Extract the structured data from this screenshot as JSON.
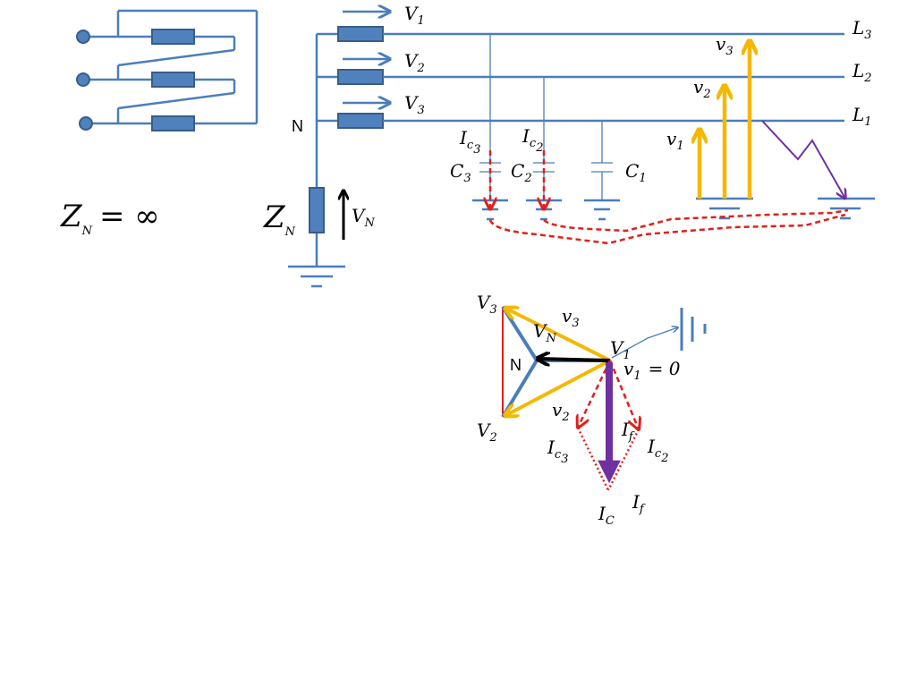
{
  "colors": {
    "wire": "#4a7ebb",
    "winding_fill": "#4f81bd",
    "winding_stroke": "#385d8a",
    "yellow": "#f5b800",
    "red": "#e0201b",
    "purple": "#7030a0",
    "black": "#000000"
  },
  "left": {
    "zn_inf": {
      "sym": "Z",
      "sub": "N",
      "rest": "= ∞"
    }
  },
  "source": {
    "phases": [
      {
        "sym": "V",
        "sub": "1"
      },
      {
        "sym": "V",
        "sub": "2"
      },
      {
        "sym": "V",
        "sub": "3"
      }
    ],
    "neutral_label": "N",
    "zn": {
      "sym": "Z",
      "sub": "N"
    },
    "vn": {
      "sym": "V",
      "sub": "N"
    }
  },
  "lines": [
    {
      "sym": "L",
      "sub": "3"
    },
    {
      "sym": "L",
      "sub": "2"
    },
    {
      "sym": "L",
      "sub": "1"
    }
  ],
  "capacitors": [
    {
      "sym": "C",
      "sub": "3"
    },
    {
      "sym": "C",
      "sub": "2"
    },
    {
      "sym": "C",
      "sub": "1"
    }
  ],
  "currents": [
    {
      "sym": "I",
      "sub": "c",
      "subsub": "3"
    },
    {
      "sym": "I",
      "sub": "c",
      "subsub": "2"
    }
  ],
  "voltages": [
    {
      "sym": "v",
      "sub": "1"
    },
    {
      "sym": "v",
      "sub": "2"
    },
    {
      "sym": "v",
      "sub": "3"
    }
  ],
  "phasor": {
    "V3": {
      "sym": "V",
      "sub": "3"
    },
    "V2": {
      "sym": "V",
      "sub": "2"
    },
    "V1": {
      "sym": "V",
      "sub": "1"
    },
    "VN": {
      "sym": "V",
      "sub": "N"
    },
    "N": "N",
    "v3": {
      "sym": "v",
      "sub": "3"
    },
    "v2": {
      "sym": "v",
      "sub": "2"
    },
    "v1_eq": {
      "sym": "v",
      "sub": "1",
      "rest": "= 0"
    },
    "If_inner": {
      "sym": "I",
      "sub": "f"
    },
    "If_outer": {
      "sym": "I",
      "sub": "f"
    },
    "Ic3": {
      "sym": "I",
      "sub": "c",
      "subsub": "3"
    },
    "Ic2": {
      "sym": "I",
      "sub": "c",
      "subsub": "2"
    },
    "IC": {
      "sym": "I",
      "sub": "C"
    }
  }
}
